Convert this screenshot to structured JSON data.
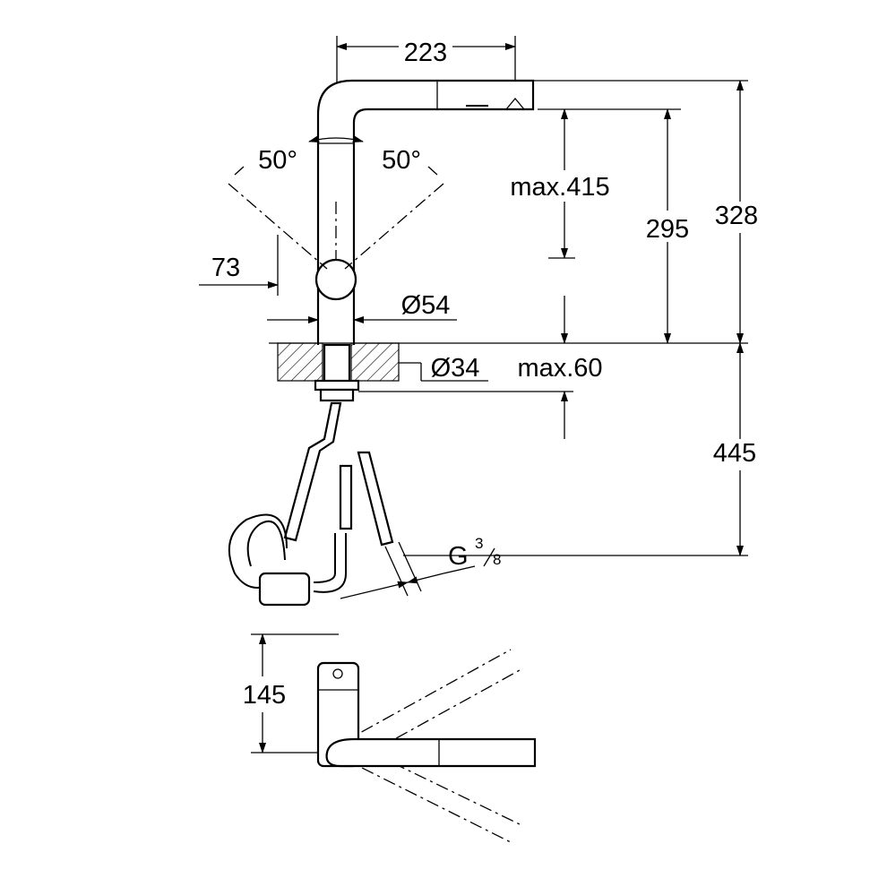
{
  "title": "Kitchen faucet dimension drawing",
  "dimensions": {
    "spout_reach": "223",
    "swivel_left": "50°",
    "swivel_right": "50°",
    "max_height_pullout": "max.415",
    "spout_height": "295",
    "total_height": "328",
    "lever_offset": "73",
    "body_diameter": "Ø54",
    "hole_diameter": "Ø34",
    "max_counter_thickness": "max.60",
    "hose_length": "445",
    "connection_thread_main": "G",
    "connection_thread_num": "3",
    "connection_thread_den": "8",
    "plan_depth": "145"
  },
  "colors": {
    "line": "#000000",
    "background": "#ffffff"
  }
}
